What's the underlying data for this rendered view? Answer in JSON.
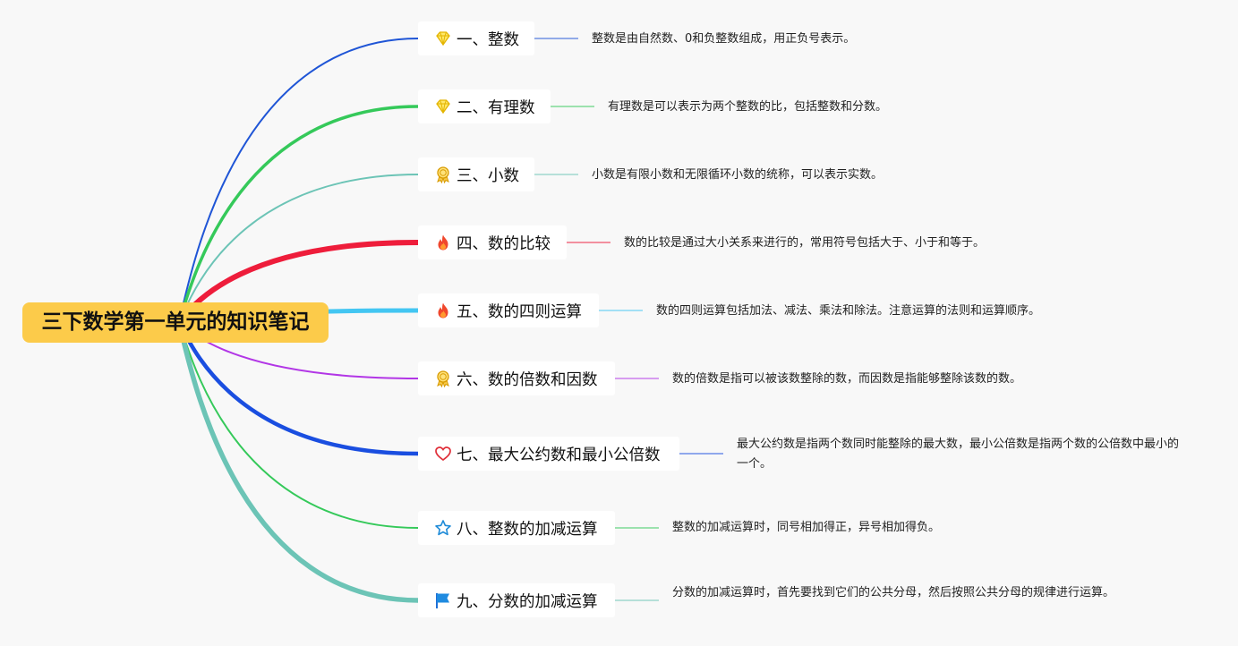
{
  "root": {
    "title": "三下数学第一单元的知识笔记"
  },
  "branches": [
    {
      "title": "一、整数",
      "icon": "diamond-icon",
      "color": "#1f55d6",
      "note": "整数是由自然数、0和负整数组成，用正负号表示。"
    },
    {
      "title": "二、有理数",
      "icon": "diamond-icon",
      "color": "#35c95a",
      "note": "有理数是可以表示为两个整数的比，包括整数和分数。"
    },
    {
      "title": "三、小数",
      "icon": "medal-icon",
      "color": "#6cc4b6",
      "note": "小数是有限小数和无限循环小数的统称，可以表示实数。"
    },
    {
      "title": "四、数的比较",
      "icon": "fire-icon",
      "color": "#ee1d3b",
      "note": "数的比较是通过大小关系来进行的，常用符号包括大于、小于和等于。"
    },
    {
      "title": "五、数的四则运算",
      "icon": "fire-icon",
      "color": "#43c6f2",
      "note": "数的四则运算包括加法、减法、乘法和除法。注意运算的法则和运算顺序。"
    },
    {
      "title": "六、数的倍数和因数",
      "icon": "medal-icon",
      "color": "#b236e6",
      "note": "数的倍数是指可以被该数整除的数，而因数是指能够整除该数的数。"
    },
    {
      "title": "七、最大公约数和最小公倍数",
      "icon": "heart-icon",
      "color": "#1a4ee0",
      "note": "最大公约数是指两个数同时能整除的最大数，最小公倍数是指两个数的公倍数中最小的一个。"
    },
    {
      "title": "八、整数的加减运算",
      "icon": "star-icon",
      "color": "#35c95a",
      "note": "整数的加减运算时，同号相加得正，异号相加得负。"
    },
    {
      "title": "九、分数的加减运算",
      "icon": "flag-icon",
      "color": "#6cc4b6",
      "note": "分数的加减运算时，首先要找到它们的公共分母，然后按照公共分母的规律进行运算。"
    }
  ]
}
